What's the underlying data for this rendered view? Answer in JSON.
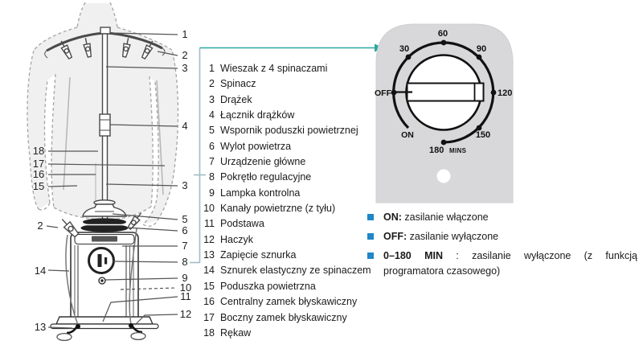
{
  "diagram": {
    "right_callouts": [
      "1",
      "2",
      "3",
      "4",
      "3",
      "5",
      "6",
      "7",
      "8",
      "9",
      "10",
      "11",
      "12"
    ],
    "left_callouts": [
      "18",
      "17",
      "16",
      "15",
      "2",
      "14",
      "13"
    ]
  },
  "parts_list": [
    {
      "n": "1",
      "label": "Wieszak z 4 spinaczami"
    },
    {
      "n": "2",
      "label": "Spinacz"
    },
    {
      "n": "3",
      "label": "Drążek"
    },
    {
      "n": "4",
      "label": "Łącznik drążków"
    },
    {
      "n": "5",
      "label": "Wspornik poduszki powietrznej"
    },
    {
      "n": "6",
      "label": "Wylot powietrza"
    },
    {
      "n": "7",
      "label": "Urządzenie główne"
    },
    {
      "n": "8",
      "label": "Pokrętło regulacyjne"
    },
    {
      "n": "9",
      "label": "Lampka kontrolna"
    },
    {
      "n": "10",
      "label": "Kanały powietrzne (z tyłu)"
    },
    {
      "n": "11",
      "label": "Podstawa"
    },
    {
      "n": "12",
      "label": "Haczyk"
    },
    {
      "n": "13",
      "label": "Zapięcie sznurka"
    },
    {
      "n": "14",
      "label": "Sznurek elastyczny ze spinaczem"
    },
    {
      "n": "15",
      "label": "Poduszka powietrzna"
    },
    {
      "n": "16",
      "label": "Centralny zamek błyskawiczny"
    },
    {
      "n": "17",
      "label": "Boczny zamek błyskawiczny"
    },
    {
      "n": "18",
      "label": "Rękaw"
    }
  ],
  "dial": {
    "ticks": [
      "30",
      "60",
      "90",
      "120",
      "150"
    ],
    "end_value": "180",
    "end_unit": "MINS",
    "off_label": "OFF",
    "on_label": "ON"
  },
  "legend": [
    {
      "term": "ON:",
      "desc": "zasilanie włączone"
    },
    {
      "term": "OFF:",
      "desc": "zasilanie wyłączone"
    },
    {
      "term": "0–180 MIN",
      "desc": " : zasilanie wyłączone (z funkcją programatora czasowego)"
    }
  ],
  "colors": {
    "accent_teal": "#2ba7a0",
    "bullet_blue": "#1f86c8",
    "panel_gray": "#d8d8da"
  }
}
